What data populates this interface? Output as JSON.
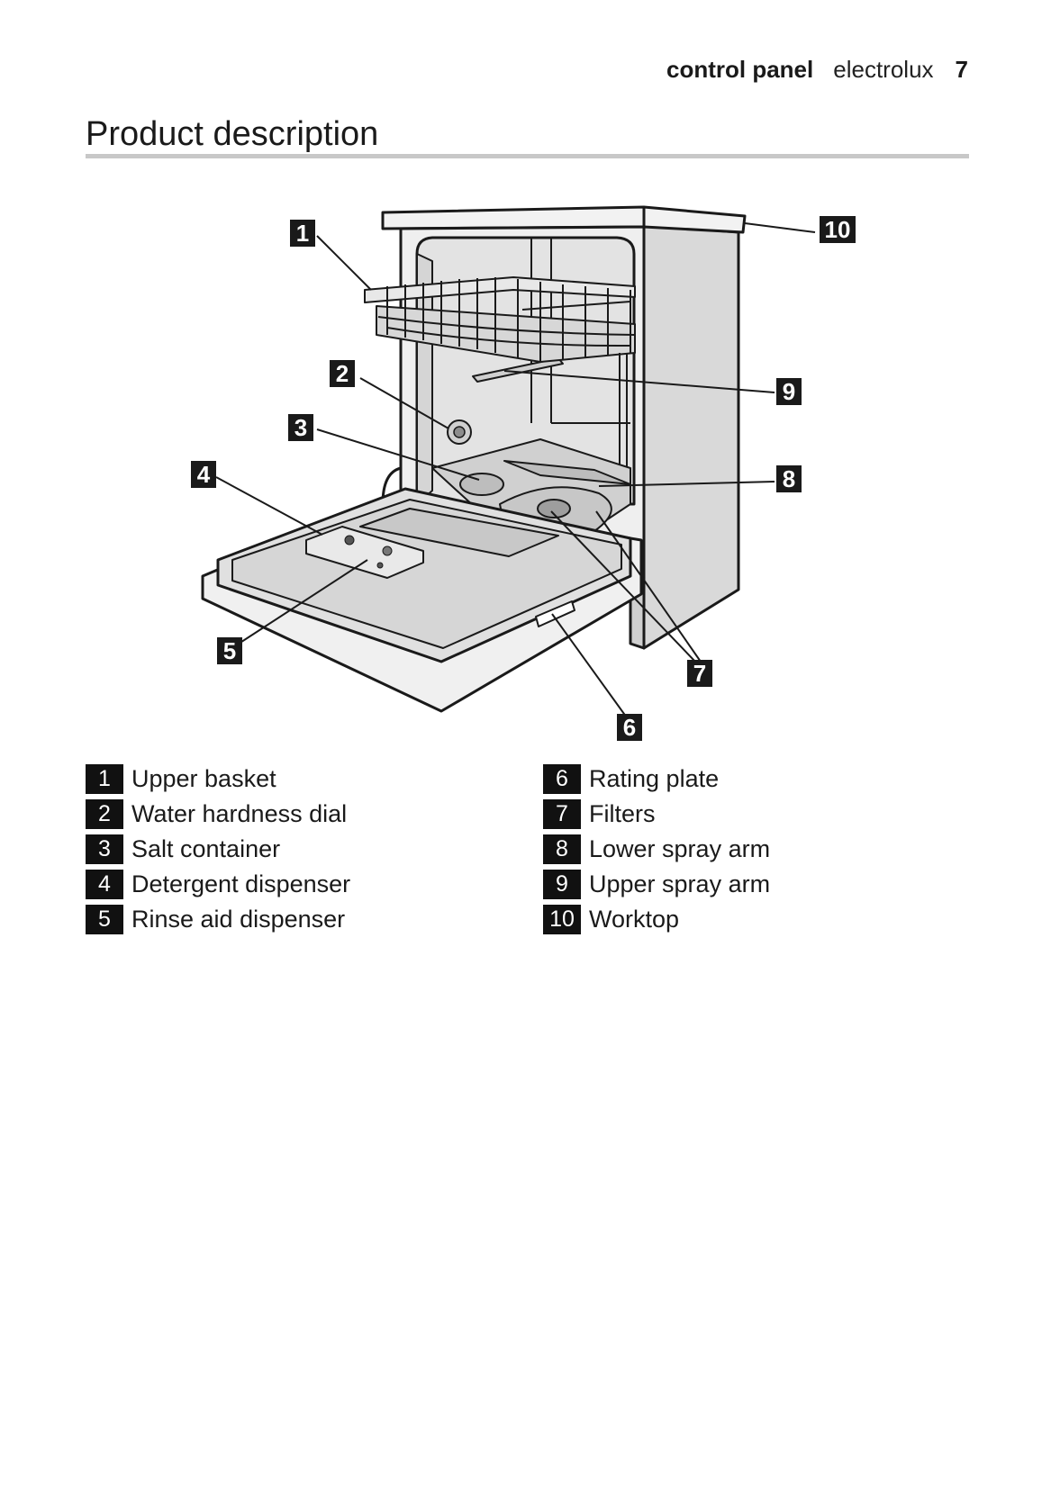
{
  "header": {
    "section": "control panel",
    "brand": "electrolux",
    "page_number": "7"
  },
  "page_title": "Product description",
  "callouts": [
    "1",
    "2",
    "3",
    "4",
    "5",
    "6",
    "7",
    "8",
    "9",
    "10"
  ],
  "legend": {
    "left": [
      {
        "num": "1",
        "label": "Upper basket"
      },
      {
        "num": "2",
        "label": "Water hardness dial"
      },
      {
        "num": "3",
        "label": "Salt container"
      },
      {
        "num": "4",
        "label": "Detergent dispenser"
      },
      {
        "num": "5",
        "label": "Rinse aid dispenser"
      }
    ],
    "right": [
      {
        "num": "6",
        "label": "Rating plate"
      },
      {
        "num": "7",
        "label": "Filters"
      },
      {
        "num": "8",
        "label": "Lower spray arm"
      },
      {
        "num": "9",
        "label": "Upper spray arm"
      },
      {
        "num": "10",
        "label": "Worktop"
      }
    ]
  }
}
